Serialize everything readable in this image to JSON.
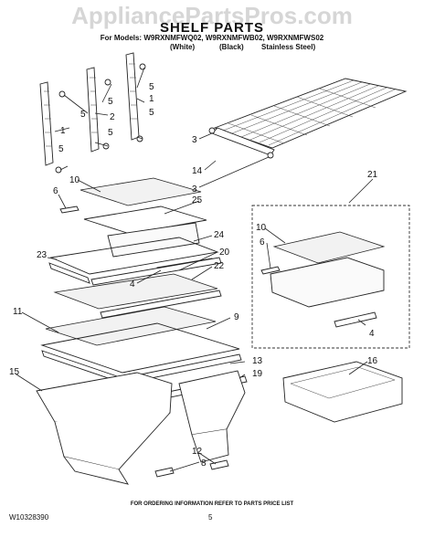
{
  "watermark": "AppliancePartsPros.com",
  "title": "SHELF PARTS",
  "models_line": "For Models: W9RXNMFWQ02, W9RXNMFWB02, W9RXNMFWS02",
  "variants": [
    "(White)",
    "(Black)",
    "Stainless Steel)"
  ],
  "footer": "FOR ORDERING INFORMATION REFER TO PARTS PRICE LIST",
  "doc_number": "W10328390",
  "page_number": "5",
  "callouts": [
    "5",
    "1",
    "5",
    "5",
    "2",
    "5",
    "5",
    "1",
    "5",
    "3",
    "14",
    "3",
    "10",
    "6",
    "25",
    "21",
    "24",
    "23",
    "20",
    "22",
    "4",
    "10",
    "6",
    "4",
    "11",
    "9",
    "13",
    "19",
    "15",
    "16",
    "12",
    "8"
  ]
}
